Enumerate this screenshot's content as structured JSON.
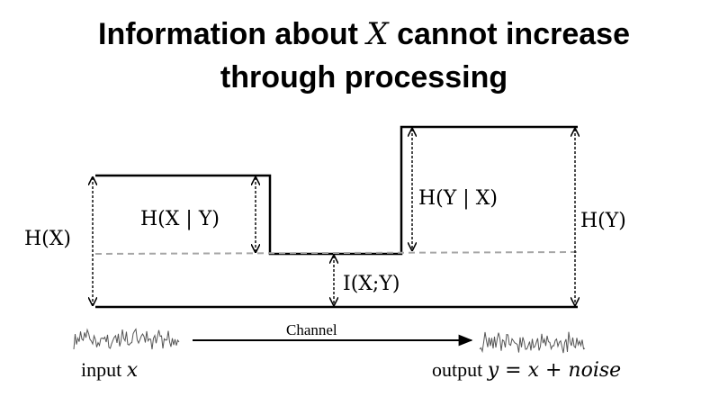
{
  "title": {
    "line1_before": "Information about ",
    "line1_var": "X",
    "line1_after": " cannot increase",
    "line2": "through processing"
  },
  "labels": {
    "h_x": "H(X)",
    "h_x_given_y": "H(X | Y)",
    "mutual_info": "I(X;Y)",
    "h_y_given_x": "H(Y | X)",
    "h_y": "H(Y)"
  },
  "channel": {
    "label": "Channel",
    "input_word": "input ",
    "input_var": "x",
    "output_word": "output ",
    "output_expr": "y = x + noise"
  },
  "colors": {
    "line": "#000000",
    "dashed": "#a6a6a6"
  }
}
